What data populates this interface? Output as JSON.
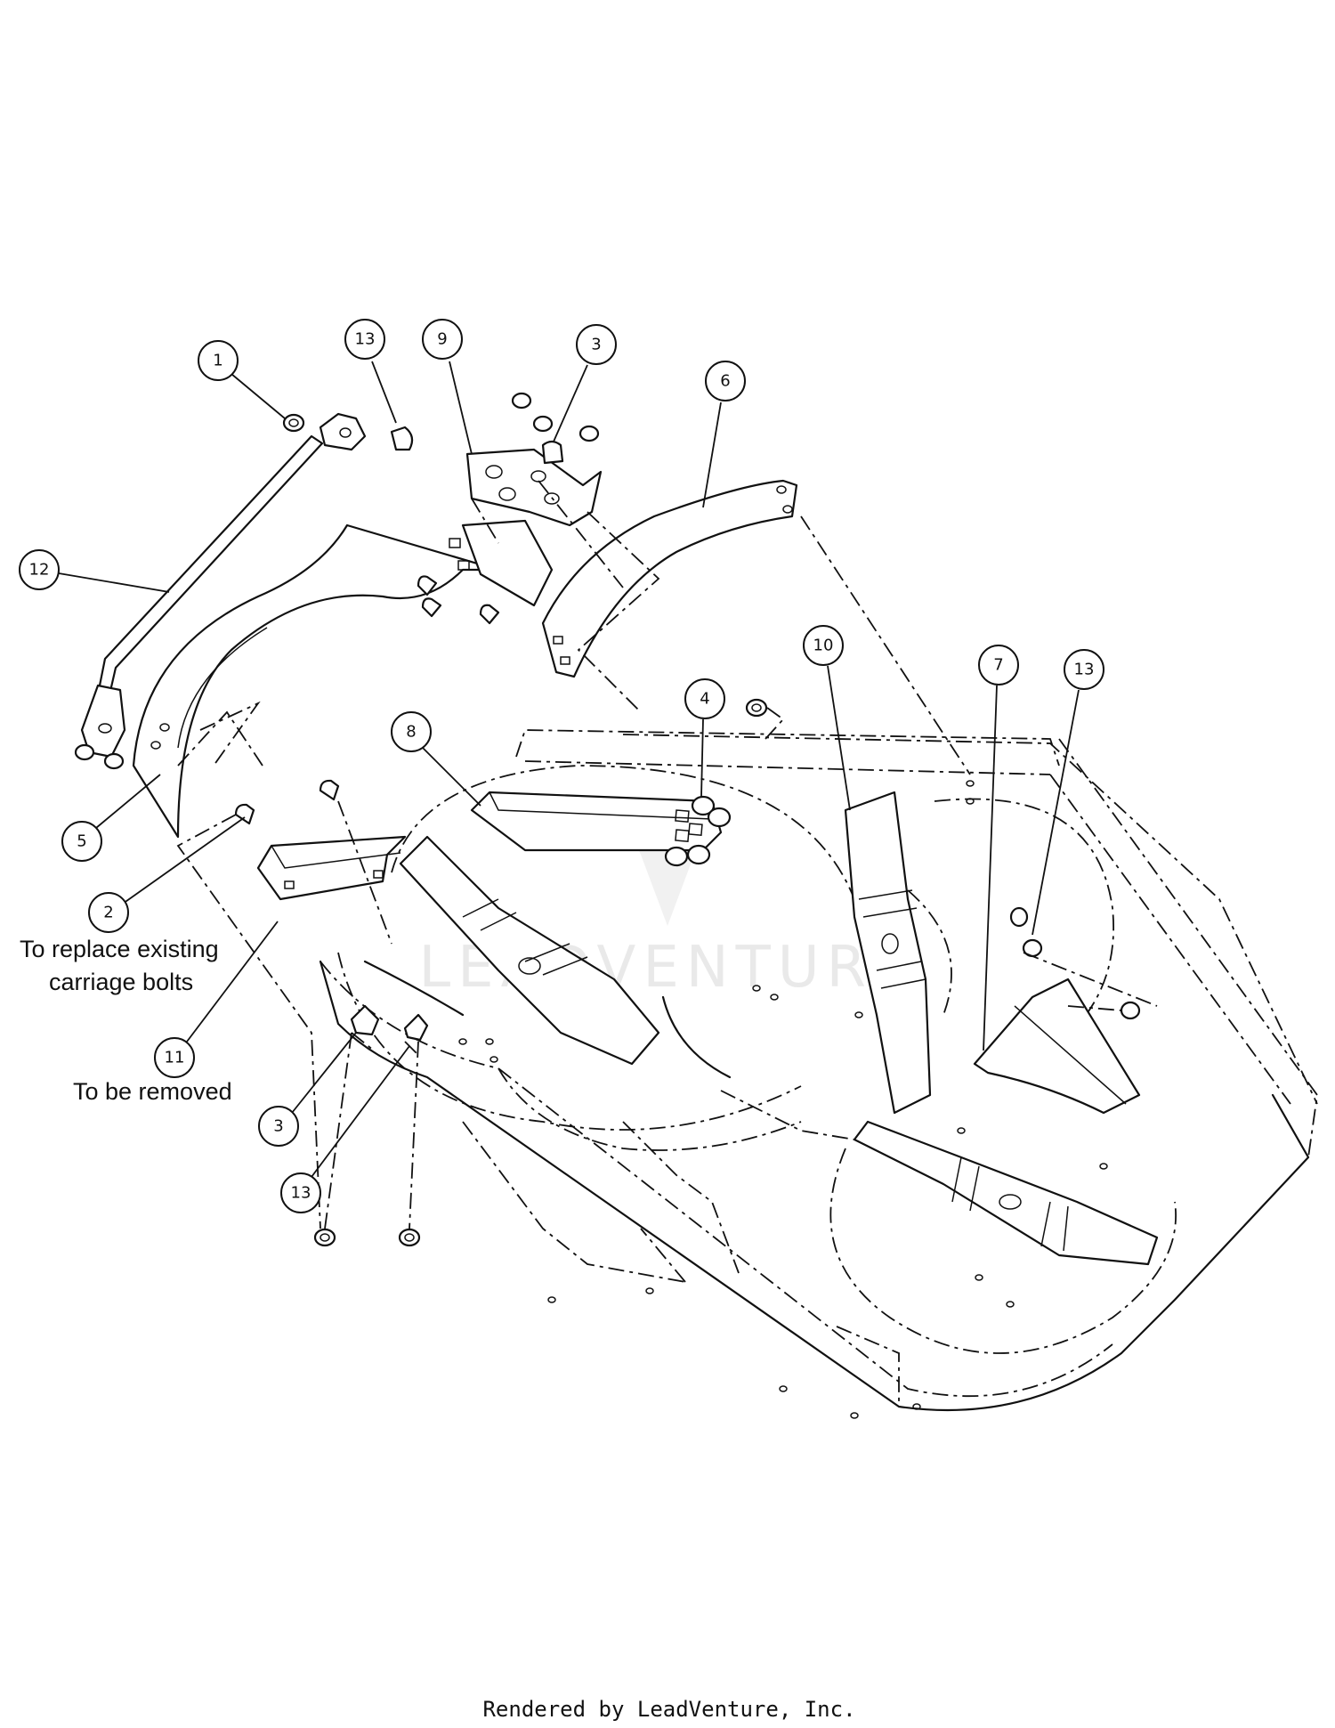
{
  "diagram": {
    "watermark": "LEADVENTURE",
    "callouts": [
      {
        "id": "c1",
        "label": "1"
      },
      {
        "id": "c13a",
        "label": "13"
      },
      {
        "id": "c9",
        "label": "9"
      },
      {
        "id": "c3a",
        "label": "3"
      },
      {
        "id": "c6",
        "label": "6"
      },
      {
        "id": "c12",
        "label": "12"
      },
      {
        "id": "c5",
        "label": "5"
      },
      {
        "id": "c2",
        "label": "2"
      },
      {
        "id": "c8",
        "label": "8"
      },
      {
        "id": "c4",
        "label": "4"
      },
      {
        "id": "c10",
        "label": "10"
      },
      {
        "id": "c7",
        "label": "7"
      },
      {
        "id": "c13b",
        "label": "13"
      },
      {
        "id": "c11",
        "label": "11"
      },
      {
        "id": "c3b",
        "label": "3"
      },
      {
        "id": "c13c",
        "label": "13"
      }
    ],
    "notes": {
      "replace_line1": "To replace existing",
      "replace_line2": "carriage bolts",
      "removed": "To be removed"
    },
    "footer": "Rendered by LeadVenture, Inc."
  }
}
